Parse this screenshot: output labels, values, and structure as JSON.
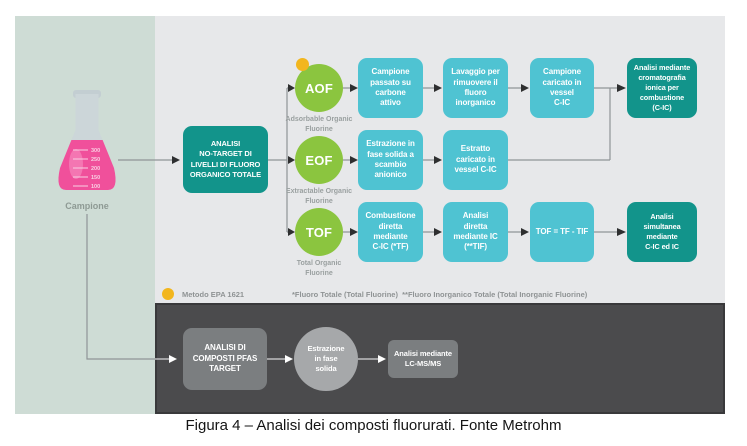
{
  "figure": {
    "caption": "Figura 4 – Analisi dei composti fluorurati. Fonte Metrohm"
  },
  "sample": {
    "label": "Campione",
    "graduations": [
      "300",
      "250",
      "200",
      "150",
      "100"
    ]
  },
  "central": {
    "label": "ANALISI\nNO-TARGET DI\nLIVELLI DI FLUORO\nORGANICO TOTALE"
  },
  "branches": {
    "aof": {
      "code": "AOF",
      "name": "Adsorbable Organic\nFluorine",
      "step1": "Campione\npassato su\ncarbone\nattivo",
      "step2": "Lavaggio per\nrimuovere il\nfluoro\ninorganico",
      "step3": "Campione\ncaricato in\nvessel\nC-IC",
      "result": "Analisi mediante\ncromatografia\nionica per\ncombustione\n(C-IC)"
    },
    "eof": {
      "code": "EOF",
      "name": "Extractable Organic\nFluorine",
      "step1": "Estrazione in\nfase solida a\nscambio\nanionico",
      "step2": "Estratto\ncaricato in\nvessel C-IC"
    },
    "tof": {
      "code": "TOF",
      "name": "Total Organic\nFluorine",
      "step1": "Combustione\ndiretta\nmediante\nC-IC (*TF)",
      "step2": "Analisi\ndiretta\nmediante IC\n(**TIF)",
      "step3": "TOF = TF - TIF",
      "result": "Analisi\nsimultanea\nmediante\nC-IC ed IC"
    }
  },
  "legend": {
    "epa_label": "Metodo EPA 1621"
  },
  "footnote": "*Fluoro Totale (Total Fluorine)  **Fluoro Inorganico Totale (Total Inorganic Fluorine)",
  "target": {
    "box1": "ANALISI DI\nCOMPOSTI PFAS\nTARGET",
    "circle": "Estrazione\nin fase\nsolida",
    "box2": "Analisi mediante\nLC-MS/MS"
  },
  "colors": {
    "teal": "#12948b",
    "blue": "#4fc3d2",
    "green": "#8bc53f",
    "yellow": "#f2b61e",
    "mint": "#cedcd5",
    "lightbg": "#e7e8ea",
    "dark": "#4b4b4d",
    "graybox": "#7b7e80",
    "graycircle": "#a6a8aa",
    "pink": "#f0509b"
  }
}
